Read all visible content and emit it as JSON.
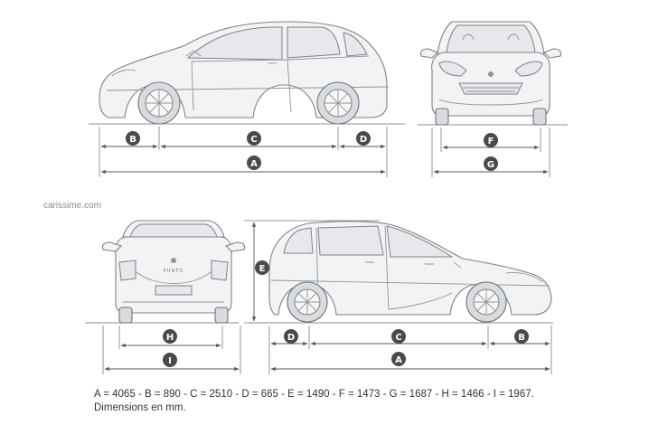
{
  "watermark": "carissime.com",
  "caption": {
    "line1": "A = 4065 - B = 890 - C = 2510 - D = 665 - E = 1490 - F = 1473 - G = 1687 - H = 1466 - I = 1967.",
    "line2": "Dimensions en mm."
  },
  "labels": {
    "A": "A",
    "B": "B",
    "C": "C",
    "D": "D",
    "E": "E",
    "F": "F",
    "G": "G",
    "H": "H",
    "I": "I"
  },
  "rear_badge": "PUNTO"
}
